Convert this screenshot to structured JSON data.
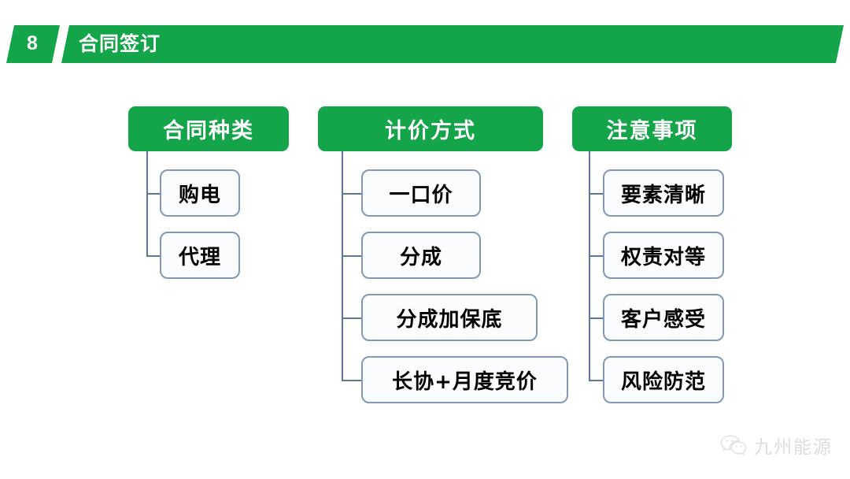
{
  "header": {
    "number": "8",
    "title": "合同签订",
    "bar_color": "#14a44a"
  },
  "theme": {
    "green": "#14a44a",
    "box_border": "#8298b5",
    "connector": "#5f7894",
    "box_fill": "#fbfcfd",
    "background": "#ffffff",
    "watermark_gray": "#c9c9c9"
  },
  "diagram": {
    "type": "tree",
    "columns": [
      {
        "id": "contract-types",
        "header": "合同种类",
        "children": [
          "购电",
          "代理"
        ]
      },
      {
        "id": "pricing-methods",
        "header": "计价方式",
        "children": [
          "一口价",
          "分成",
          "分成加保底",
          "长协+月度竞价"
        ]
      },
      {
        "id": "precautions",
        "header": "注意事项",
        "children": [
          "要素清晰",
          "权责对等",
          "客户感受",
          "风险防范"
        ]
      }
    ]
  },
  "watermark": {
    "icon": "wechat-icon",
    "text": "九州能源"
  }
}
